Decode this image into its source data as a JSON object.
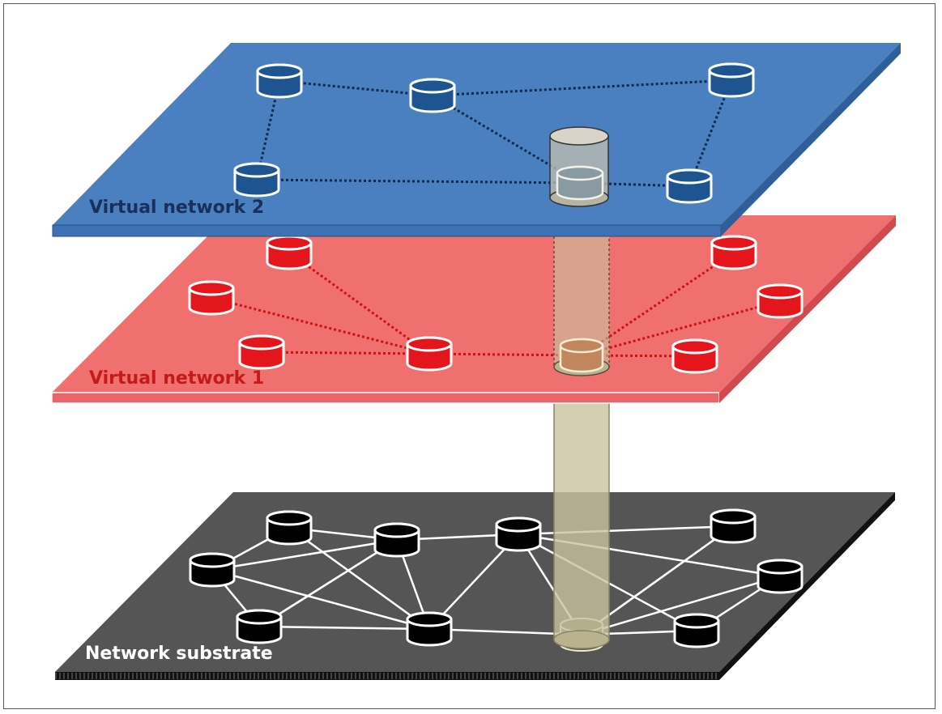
{
  "layers": [
    {
      "id": "virtual-network-2",
      "label": "Virtual network 2"
    },
    {
      "id": "virtual-network-1",
      "label": "Virtual network 1"
    },
    {
      "id": "network-substrate",
      "label": "Network substrate"
    }
  ]
}
